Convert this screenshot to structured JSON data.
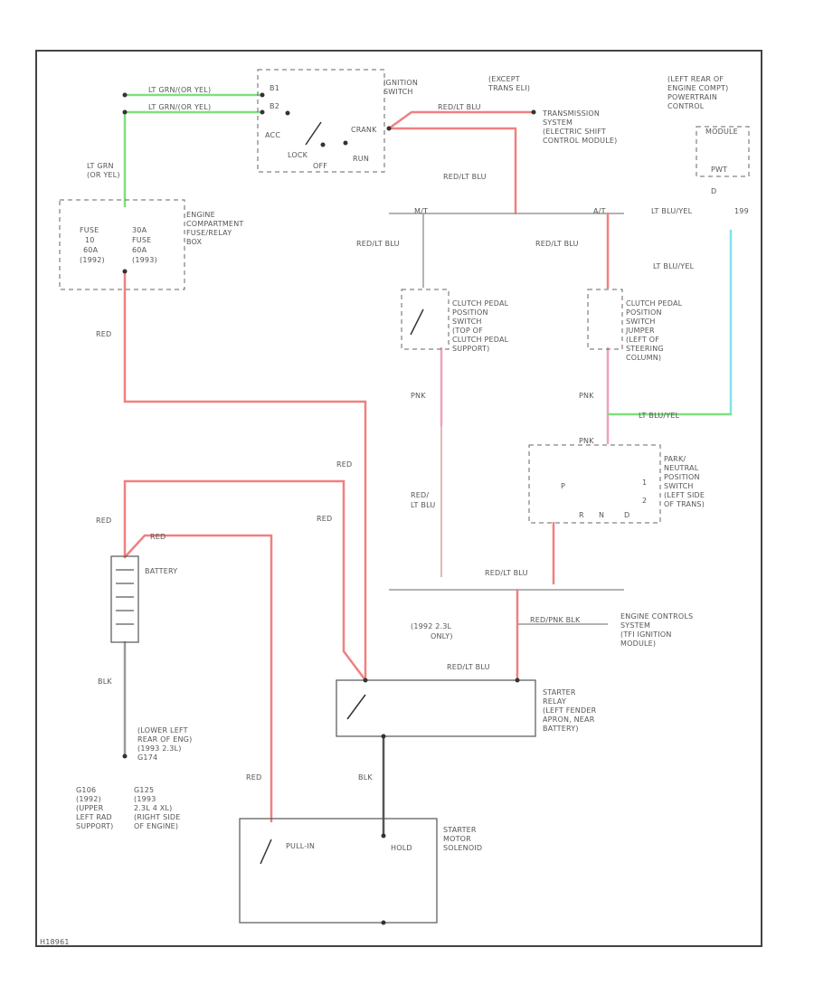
{
  "colors": {
    "red": "#f08080",
    "green": "#7fe07f",
    "cyan": "#80e0f0",
    "black": "#555555",
    "gray": "#9a9a9a",
    "pink": "#f0a0c0"
  },
  "labels": {
    "ign_sw_title_1": "IGNITION",
    "ign_sw_title_2": "SWITCH",
    "ign_acc": "ACC",
    "ign_lock": "LOCK",
    "ign_off": "OFF",
    "ign_run": "RUN",
    "ign_crank": "CRANK",
    "ign_b1": "B1",
    "ign_b2": "B2",
    "wire_ltgrn_yel_1": "LT GRN/(OR YEL)",
    "wire_ltgrn_yel_2": "LT GRN/(OR YEL)",
    "except_trans_1": "(EXCEPT",
    "except_trans_2": "TRANS ELI)",
    "wire_red_ltblu_top": "RED/LT BLU",
    "trans_1": "TRANSMISSION",
    "trans_2": "SYSTEM",
    "trans_3": "(ELECTRIC SHIFT",
    "trans_4": "CONTROL MODULE)",
    "pcm_1": "(LEFT REAR OF",
    "pcm_2": "ENGINE COMPT)",
    "pcm_3": "POWERTRAIN",
    "pcm_4": "CONTROL",
    "pcm_5": "MODULE",
    "pcm_pin": "PWT",
    "pin_d": "D",
    "wire_ltblu_yel_1": "LT BLU/YEL",
    "wire_ltblu_yel_num": "199",
    "wire_ltblu_yel_2": "LT BLU/YEL",
    "wire_ltgrn_left_1": "LT GRN",
    "wire_ltgrn_left_2": "(OR YEL)",
    "fuse_1": "FUSE",
    "fuse_2": "10",
    "fuse_3": "60A",
    "fuse_4": "(1992)",
    "fuse_5": "30A",
    "fuse_6": "FUSE",
    "fuse_7": "60A",
    "fuse_8": "(1993)",
    "fuse_box_1": "ENGINE",
    "fuse_box_2": "COMPARTMENT",
    "fuse_box_3": "FUSE/RELAY",
    "fuse_box_4": "BOX",
    "wire_red_ltblu_mid": "RED/LT BLU",
    "branch_mt": "M/T",
    "branch_at": "A/T",
    "wire_red_ltblu_l": "RED/LT BLU",
    "wire_red_ltblu_r": "RED/LT BLU",
    "clutch_1": "CLUTCH PEDAL",
    "clutch_2": "POSITION",
    "clutch_3": "SWITCH",
    "clutch_4": "(TOP OF",
    "clutch_5": "CLUTCH PEDAL",
    "clutch_6": "SUPPORT)",
    "jumper_1": "CLUTCH PEDAL",
    "jumper_2": "POSITION",
    "jumper_3": "SWITCH",
    "jumper_4": "JUMPER",
    "jumper_5": "(LEFT OF",
    "jumper_6": "STEERING",
    "jumper_7": "COLUMN)",
    "wire_red_main": "RED",
    "wire_pnk_l": "PNK",
    "wire_pnk_r": "PNK",
    "wire_ltbluyel_h": "LT BLU/YEL",
    "pnp_1": "PARK/",
    "pnp_2": "NEUTRAL",
    "pnp_3": "POSITION",
    "pnp_4": "SWITCH",
    "pnp_5": "(LEFT SIDE",
    "pnp_6": "OF TRANS)",
    "pnp_pnk": "PNK",
    "pnp_p": "P",
    "pnp_r": "R",
    "pnp_n": "N",
    "pnp_d": "D",
    "pnp_2g": "2",
    "pnp_1g": "1",
    "wire_red_a": "RED",
    "wire_red_b": "RED",
    "wire_red_c": "RED",
    "wire_red_d": "RED",
    "wire_red_ltblu_v": "RED/",
    "wire_red_ltblu_v2": "LT BLU",
    "battery": "BATTERY",
    "wire_red_ltblu_bus": "RED/LT BLU",
    "yr_1": "(1992 2.3L",
    "yr_2": "ONLY)",
    "wire_redpnk": "RED/PNK BLK",
    "ecs_1": "ENGINE CONTROLS",
    "ecs_2": "SYSTEM",
    "ecs_3": "(TFI IGNITION",
    "ecs_4": "MODULE)",
    "wire_red_ltblu_relay": "RED/LT BLU",
    "wire_blk_bat": "BLK",
    "relay_1": "STARTER",
    "relay_2": "RELAY",
    "relay_3": "(LEFT FENDER",
    "relay_4": "APRON, NEAR",
    "relay_5": "BATTERY)",
    "ground_1": "(LOWER LEFT",
    "ground_2": "REAR OF ENG)",
    "ground_3": "(1993 2.3L)",
    "ground_4": "G174",
    "g_left_1": "G106",
    "g_left_2": "(1992)",
    "g_left_3": "(UPPER",
    "g_left_4": "LEFT RAD",
    "g_left_5": "SUPPORT)",
    "g_right_1": "G125",
    "g_right_2": "(1993",
    "g_right_3": "2.3L 4 XL)",
    "g_right_4": "(RIGHT SIDE",
    "g_right_5": "OF ENGINE)",
    "wire_red_sol": "RED",
    "wire_blk_relay": "BLK",
    "sol_pullin": "PULL-IN",
    "sol_hold": "HOLD",
    "sol_1": "STARTER",
    "sol_2": "MOTOR",
    "sol_3": "SOLENOID",
    "footer_code": "H18961"
  }
}
